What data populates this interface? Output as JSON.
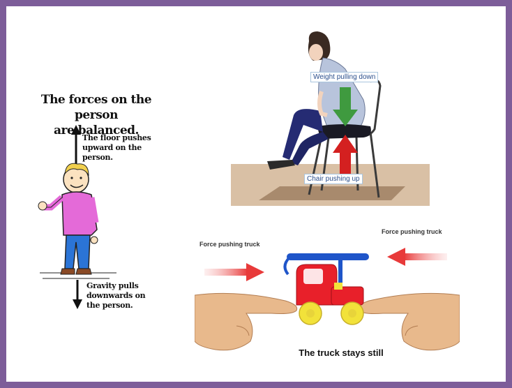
{
  "balanced_panel": {
    "title_line1": "The forces on the person",
    "title_line2": "are balanced.",
    "floor_label_line1": "The floor pushes",
    "floor_label_line2": "upward on the",
    "floor_label_line3": "person.",
    "gravity_label_line1": "Gravity pulls",
    "gravity_label_line2": "downwards on",
    "gravity_label_line3": "the person."
  },
  "sitting_panel": {
    "weight_label": "Weight pulling down",
    "chair_label": "Chair pushing up",
    "colors": {
      "down_arrow": "#3f9a3f",
      "up_arrow": "#d42020",
      "floor": "#d9c0a5"
    }
  },
  "truck_panel": {
    "left_force_label": "Force pushing truck",
    "right_force_label": "Force pushing truck",
    "caption": "The truck stays still",
    "colors": {
      "force_arrow": "#e83a3a",
      "truck_body": "#e8202a",
      "truck_cab": "#1f55c9",
      "wheels": "#f2e23a"
    }
  }
}
